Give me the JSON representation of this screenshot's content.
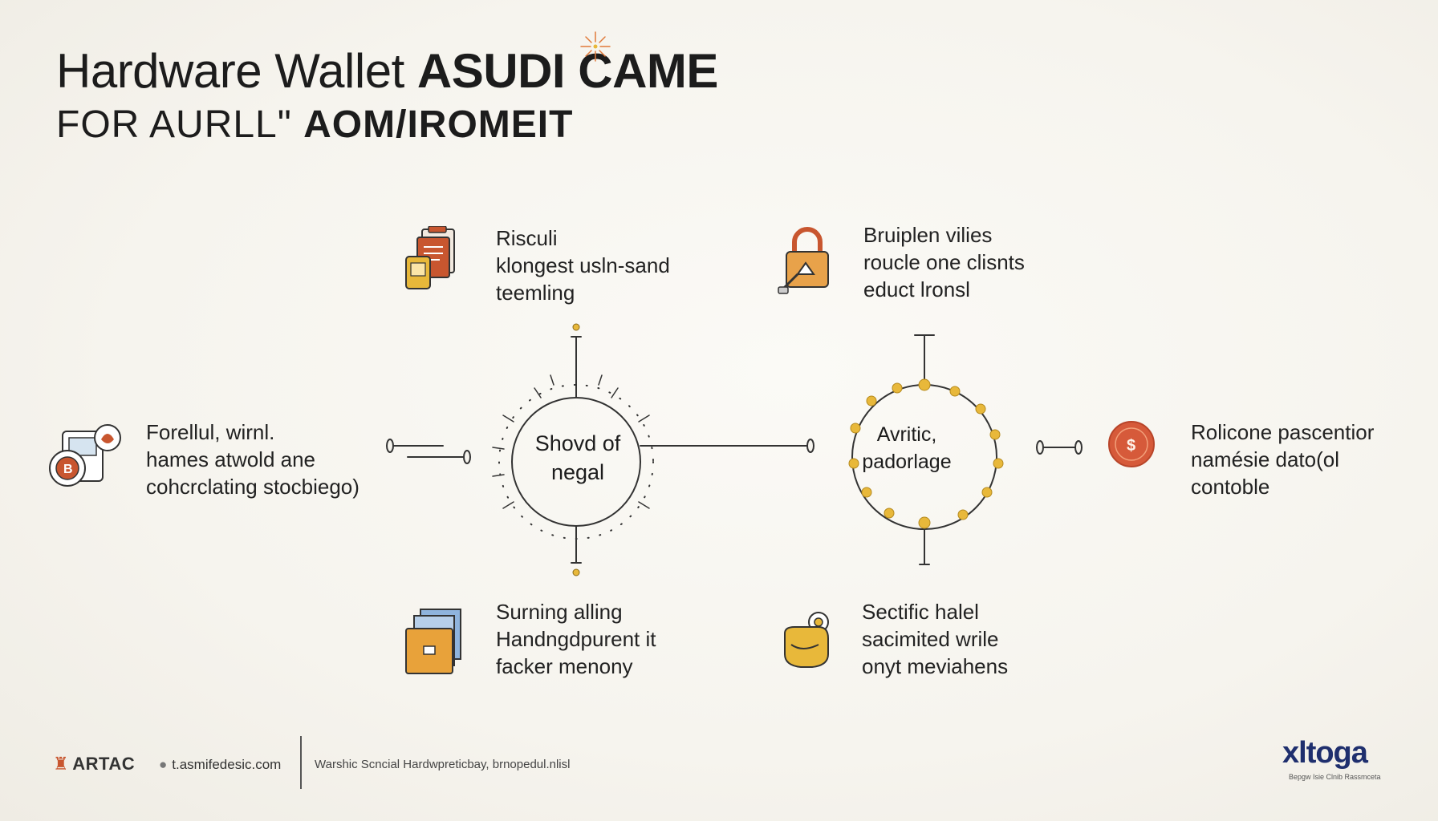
{
  "title": {
    "line1_a": "Hardware Wallet ",
    "line1_b": "ASUDI CAME",
    "line2_a": "FOR AURLL\" ",
    "line2_b": "AOM/IROMEIT"
  },
  "hubs": {
    "left": [
      "Shovd of",
      "negal"
    ],
    "right": [
      "Avritic,",
      "padorlage"
    ]
  },
  "blocks": {
    "top_left": [
      "Risculi",
      "klongest usln-sand",
      "teemling"
    ],
    "top_right": [
      "Bruiplen vilies",
      "roucle one clisnts",
      "educt lronsl"
    ],
    "left": [
      "Forellul, wirnl.",
      "hames atwold ane",
      "cohcrclating stocbiego)"
    ],
    "right": [
      "Rolicone pascentior",
      "namésie dato(ol",
      "contoble"
    ],
    "bottom_left": [
      "Surning alling",
      "Handngdpurent it",
      "facker menony"
    ],
    "bottom_right": [
      "Sectific halel",
      "sacimited wrile",
      "onyt meviahens"
    ]
  },
  "icons": {
    "top_left": "document-phone-icon",
    "top_right": "padlock-tag-icon",
    "left": "bitcoin-device-icon",
    "right": "coin-icon",
    "bottom_left": "folder-box-icon",
    "bottom_right": "key-bag-icon"
  },
  "footer": {
    "brand": "ARTAC",
    "site": "t.asmifedesic.com",
    "note": "Warshic Scncial Hardwpreticbay, brnopedul.nlisl",
    "logo": "xltoga",
    "logo_sub": "Bepgw Isie Clnib Rassmceta"
  },
  "colors": {
    "accent": "#c8562f",
    "gold": "#e8b83a",
    "stroke": "#333333",
    "logo": "#1f2f6e"
  }
}
